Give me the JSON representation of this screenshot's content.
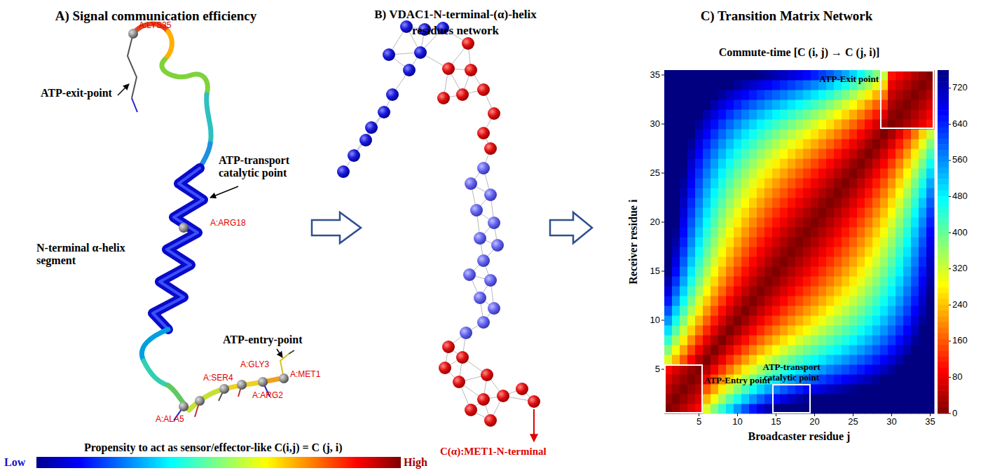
{
  "diagram": {
    "nodes": [
      {
        "text": [
          "A) Signal communication efficiency"
        ]
      },
      {
        "text": [
          "B) VDAC1-N-terminal-(α)-helix residues network"
        ]
      },
      {
        "text": [
          "C) Transition Matrix Network"
        ]
      },
      {
        "text": [
          "ATP-Exit point"
        ],
        "in": 2
      },
      {
        "text": [
          "ATP-Entry point"
        ],
        "in": 2
      },
      {
        "text": [
          "ATP-transport catalytic point"
        ],
        "in": 2
      }
    ],
    "edges": [
      {
        "from": 0,
        "to": 1,
        "arrow": "to"
      },
      {
        "from": 1,
        "to": 2,
        "arrow": "to"
      }
    ],
    "labels": [
      "A:LYS35",
      "ATP-exit-point",
      "ATP-transport catalytic point",
      "A:ARG18",
      "N-terminal α-helix segment",
      "ATP-entry-point",
      "A:GLY3",
      "A:MET1",
      "A:SER4",
      "A:ARG2",
      "A:ALA5",
      "C(α):MET1-N-terminal",
      "Commute-time [C (i, j) → C (j, i)]",
      "Receiver residue i",
      "Broadcaster residue j",
      "5",
      "10",
      "15",
      "20",
      "25",
      "30",
      "35",
      "5",
      "10",
      "15",
      "20",
      "25",
      "30",
      "35",
      "720",
      "640",
      "560",
      "480",
      "400",
      "320",
      "240",
      "160",
      "80",
      "0",
      "Propensity to act as sensor/effector-like C(i,j) = C (j, i)",
      "Low",
      "High"
    ]
  }
}
